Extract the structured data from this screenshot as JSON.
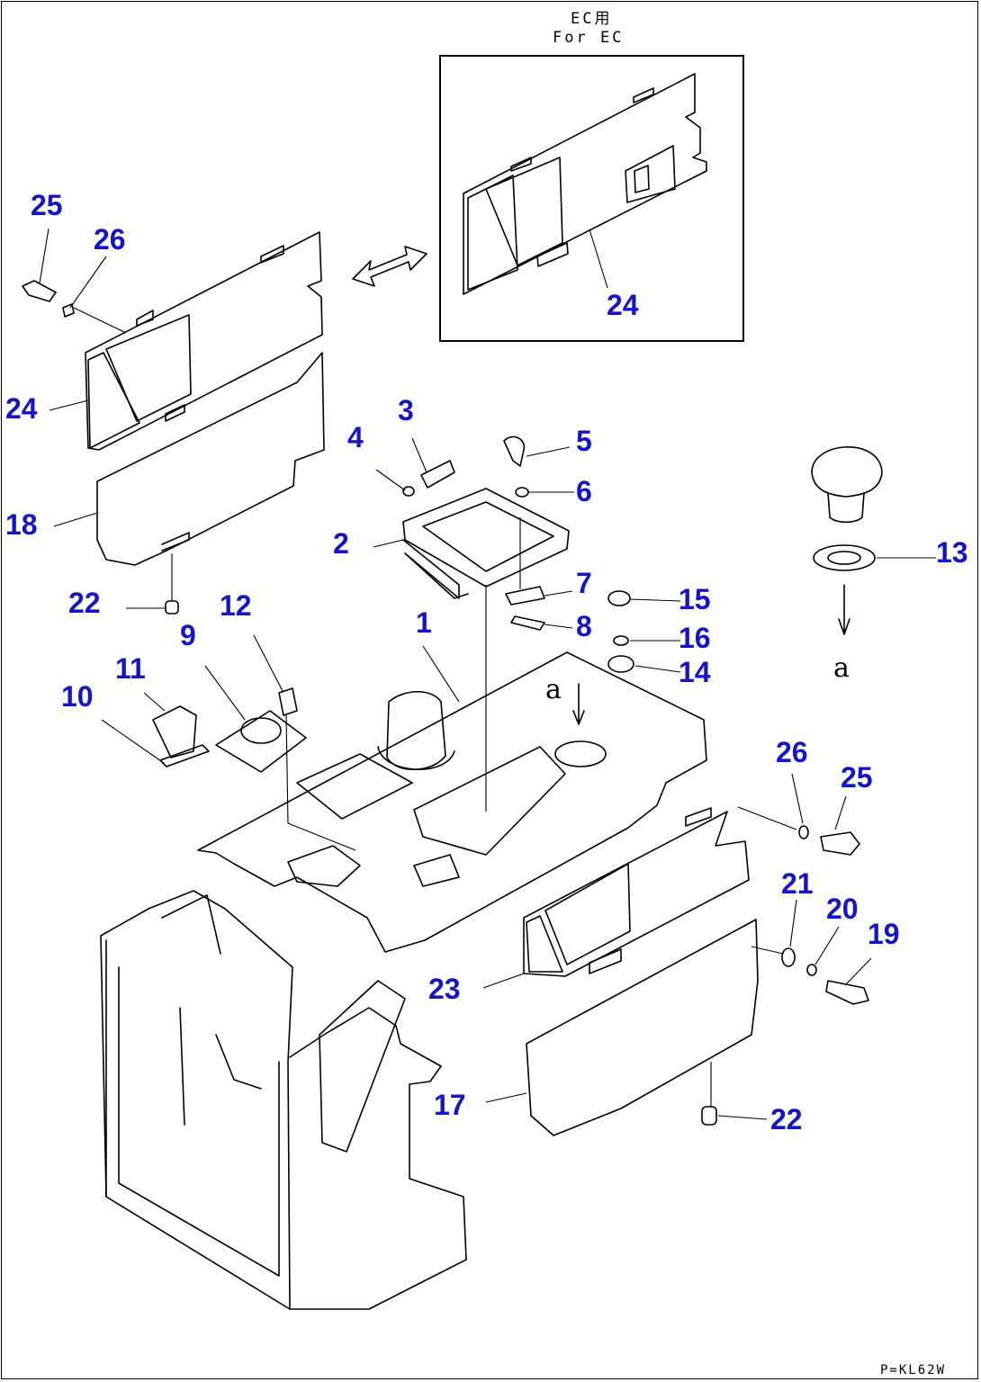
{
  "inset": {
    "heading_line1": "EC用",
    "heading_line2": "For EC"
  },
  "view_label": "a",
  "drawing_code": "P=KL62W",
  "callouts": {
    "c1": "1",
    "c2": "2",
    "c3": "3",
    "c4": "4",
    "c5": "5",
    "c6": "6",
    "c7": "7",
    "c8": "8",
    "c9": "9",
    "c10": "10",
    "c11": "11",
    "c12": "12",
    "c13": "13",
    "c14": "14",
    "c15": "15",
    "c16": "16",
    "c17": "17",
    "c18": "18",
    "c19": "19",
    "c20": "20",
    "c21": "21",
    "c22": "22",
    "c23": "23",
    "c24": "24",
    "c25": "25",
    "c26": "26"
  },
  "colors": {
    "callout": "#1515c8",
    "line": "#000000"
  }
}
